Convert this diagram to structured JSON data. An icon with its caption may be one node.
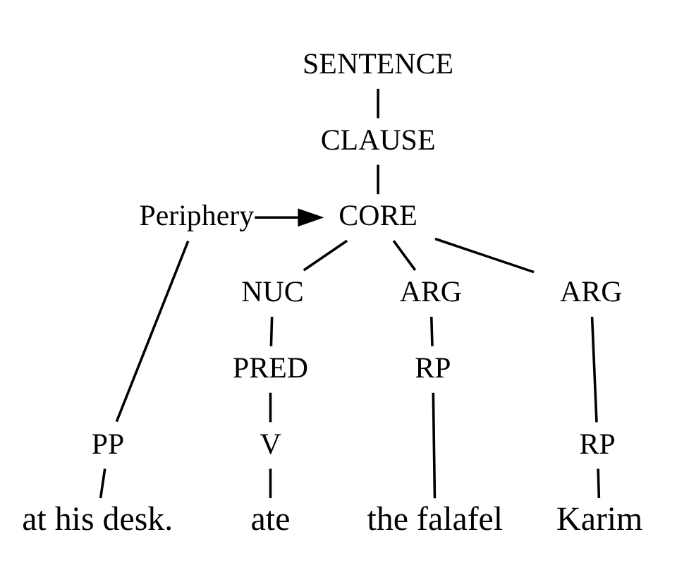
{
  "diagram": {
    "nodes": [
      {
        "text": [
          "SENTENCE"
        ]
      },
      {
        "text": [
          "CLAUSE"
        ]
      },
      {
        "text": [
          "CORE"
        ]
      },
      {
        "text": [
          "Periphery"
        ]
      },
      {
        "text": [
          "ARG"
        ]
      },
      {
        "text": [
          "NUC"
        ]
      },
      {
        "text": [
          "ARG"
        ]
      },
      {
        "text": [
          "RP"
        ]
      },
      {
        "text": [
          "PRED"
        ]
      },
      {
        "text": [
          "RP"
        ]
      },
      {
        "text": [
          "V"
        ]
      },
      {
        "text": [
          "PP"
        ]
      },
      {
        "text": [
          "Karim"
        ]
      },
      {
        "text": [
          "ate"
        ]
      },
      {
        "text": [
          "the falafel"
        ]
      },
      {
        "text": [
          "at his desk."
        ]
      }
    ],
    "edges": [
      {
        "from": 0,
        "to": 1,
        "arrow": "none"
      },
      {
        "from": 1,
        "to": 2,
        "arrow": "none"
      },
      {
        "from": 3,
        "to": 2,
        "arrow": "to"
      },
      {
        "from": 2,
        "to": 4,
        "arrow": "none"
      },
      {
        "from": 2,
        "to": 5,
        "arrow": "none"
      },
      {
        "from": 2,
        "to": 6,
        "arrow": "none"
      },
      {
        "from": 4,
        "to": 7,
        "arrow": "none"
      },
      {
        "from": 5,
        "to": 8,
        "arrow": "none"
      },
      {
        "from": 6,
        "to": 9,
        "arrow": "none"
      },
      {
        "from": 8,
        "to": 10,
        "arrow": "none"
      },
      {
        "from": 3,
        "to": 11,
        "arrow": "none"
      },
      {
        "from": 7,
        "to": 12,
        "arrow": "none"
      },
      {
        "from": 10,
        "to": 13,
        "arrow": "none"
      },
      {
        "from": 9,
        "to": 14,
        "arrow": "none"
      },
      {
        "from": 11,
        "to": 15,
        "arrow": "none"
      }
    ]
  }
}
